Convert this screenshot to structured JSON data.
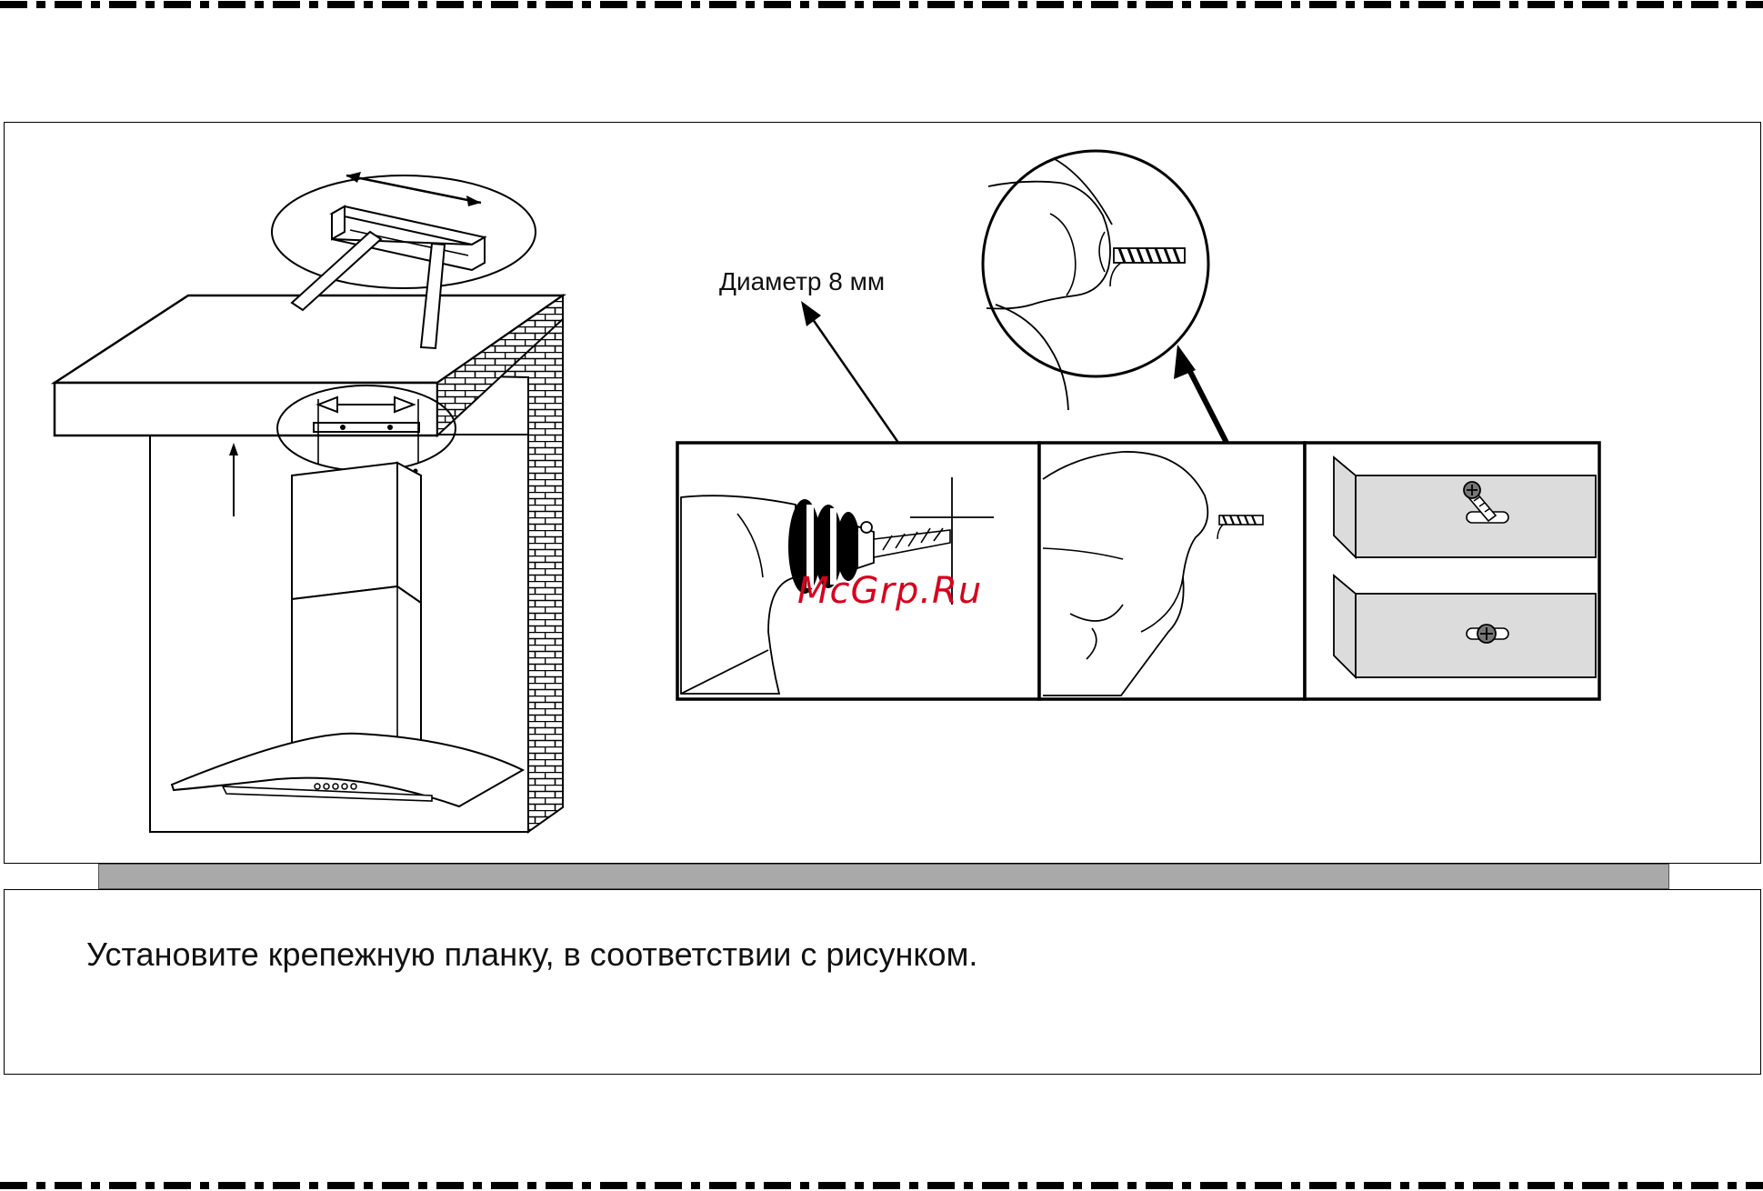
{
  "annotation": {
    "diameter": "Диаметр 8 мм"
  },
  "watermark": "McGrp.Ru",
  "caption": "Установите крепежную планку, в соответствии с рисунком.",
  "colors": {
    "watermark": "#d8001c",
    "gray_bar": "#a9a9a9",
    "bracket_fill": "#dcdcdc"
  }
}
